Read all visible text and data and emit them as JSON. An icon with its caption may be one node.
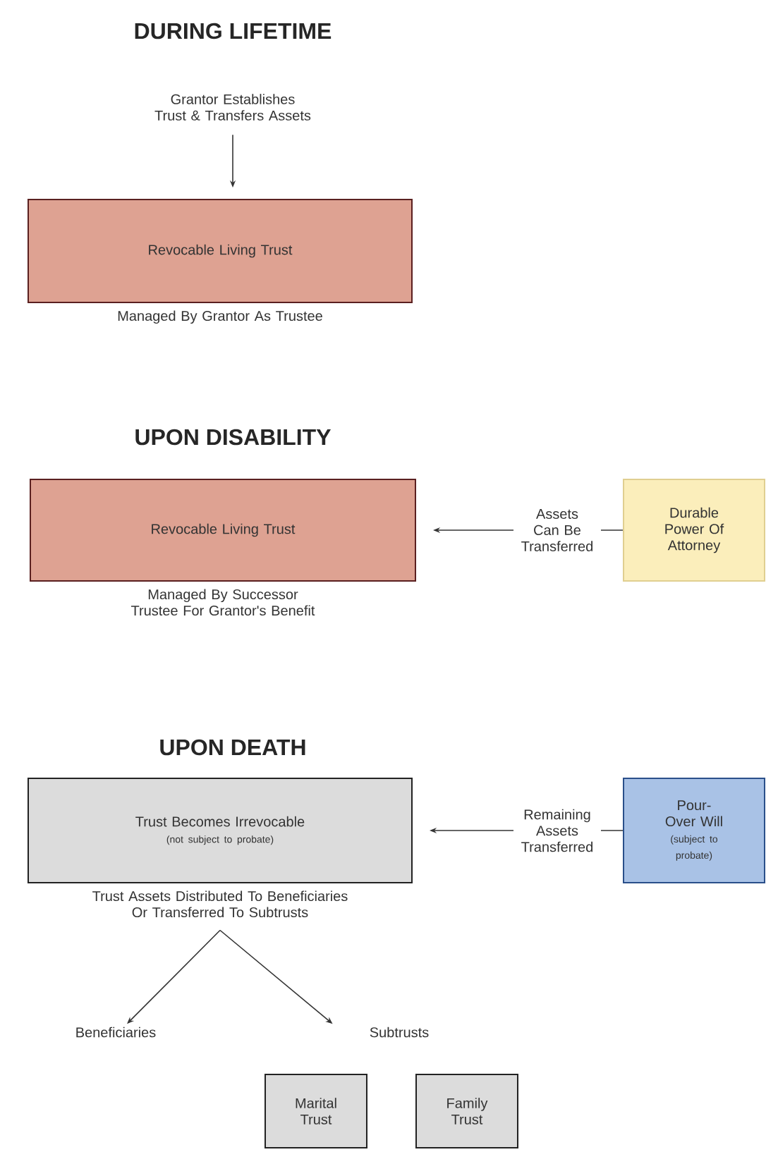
{
  "diagram": {
    "nodes": [
      {
        "text": [
          "Grantor Establishes Trust & Transfers Assets"
        ]
      },
      {
        "text": [
          "Revocable Living Trust"
        ],
        "beside": [
          "Managed By Grantor As Trustee"
        ]
      },
      {
        "text": [
          "Revocable Living Trust"
        ],
        "beside": [
          "Managed By Successor Trustee For Grantor's Benefit"
        ]
      },
      {
        "text": [
          "Durable Power Of Attorney"
        ]
      },
      {
        "text": [
          "Trust Becomes Irrevocable",
          "(not subject to probate)"
        ],
        "beside": [
          "Trust Assets Distributed To Beneficiaries Or Transferred To Subtrusts"
        ]
      },
      {
        "text": [
          "Pour-Over Will",
          "(subject to probate)"
        ]
      },
      {
        "text": [
          "Beneficiaries"
        ]
      },
      {
        "text": [
          "Subtrusts"
        ]
      },
      {
        "text": [
          "Marital Trust"
        ]
      },
      {
        "text": [
          "Family Trust"
        ]
      }
    ],
    "edges": [
      {
        "from": 0,
        "to": 1,
        "arrow": "to"
      },
      {
        "from": 3,
        "to": 2,
        "arrow": "to",
        "label": "Assets Can Be Transferred"
      },
      {
        "from": 5,
        "to": 4,
        "arrow": "to",
        "label": "Remaining Assets Transferred"
      },
      {
        "from": 4,
        "to": 6,
        "arrow": "to"
      },
      {
        "from": 4,
        "to": 7,
        "arrow": "to"
      }
    ],
    "labels": [
      "DURING LIFETIME",
      "UPON DISABILITY",
      "UPON DEATH"
    ]
  }
}
